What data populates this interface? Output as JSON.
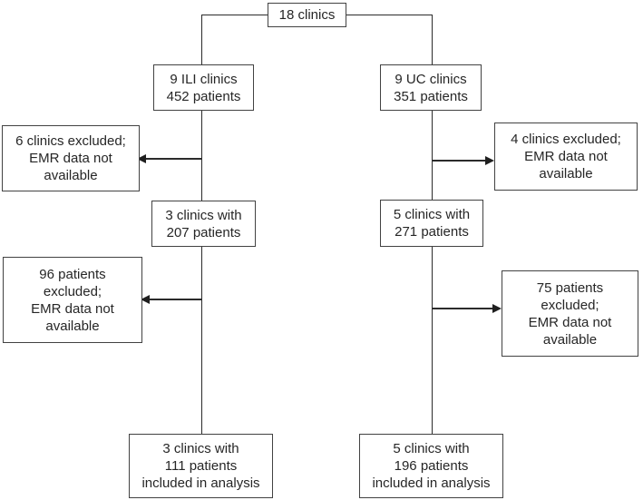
{
  "diagram": {
    "type": "flowchart",
    "description": "Study flow of clinics and patients",
    "colors": {
      "background": "#ffffff",
      "box_border": "#424242",
      "connector_line": "#2b2b2b",
      "arrow": "#1f1f1f",
      "text": "#262626"
    },
    "boxes": [
      {
        "id": "total-clinics",
        "lines": [
          "18 clinics"
        ]
      },
      {
        "id": "ili-clinics",
        "lines": [
          "9 ILI clinics",
          "452 patients"
        ]
      },
      {
        "id": "uc-clinics",
        "lines": [
          "9 UC clinics",
          "351 patients"
        ]
      },
      {
        "id": "ili-clinics-excluded",
        "lines": [
          "6 clinics excluded;",
          "EMR data not",
          "available"
        ]
      },
      {
        "id": "uc-clinics-excluded",
        "lines": [
          "4 clinics excluded;",
          "EMR data not",
          "available"
        ]
      },
      {
        "id": "ili-clinics-with-emr",
        "lines": [
          "3 clinics with",
          "207 patients"
        ]
      },
      {
        "id": "uc-clinics-with-emr",
        "lines": [
          "5 clinics with",
          "271 patients"
        ]
      },
      {
        "id": "ili-patients-excluded",
        "lines": [
          "96 patients",
          "excluded;",
          "EMR data not",
          "available"
        ]
      },
      {
        "id": "uc-patients-excluded",
        "lines": [
          "75 patients",
          "excluded;",
          "EMR data not",
          "available"
        ]
      },
      {
        "id": "ili-included-in-analysis",
        "lines": [
          "3 clinics with",
          "111 patients",
          "included in analysis"
        ]
      },
      {
        "id": "uc-included-in-analysis",
        "lines": [
          "5 clinics with",
          "196 patients",
          "included in analysis"
        ]
      }
    ]
  }
}
